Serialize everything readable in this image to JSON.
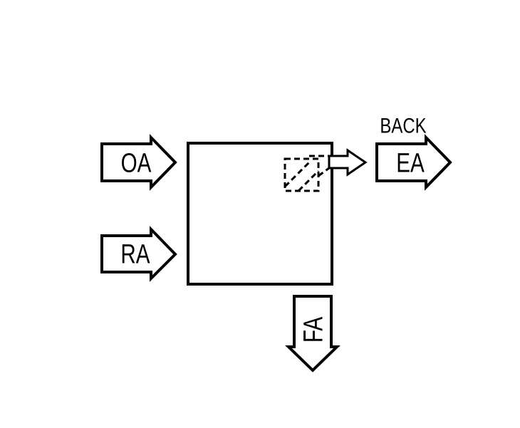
{
  "diagram": {
    "colors": {
      "stroke": "#000000",
      "background": "#ffffff"
    },
    "inlets": {
      "outside_air": "OA",
      "return_air": "RA"
    },
    "outlets": {
      "exhaust_air": "EA",
      "exhaust_position": "BACK",
      "fresh_air": "FA"
    }
  }
}
